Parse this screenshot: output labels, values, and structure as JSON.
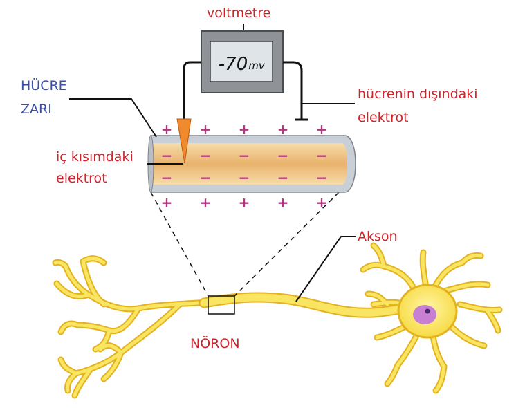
{
  "diagram": {
    "voltmeter_label": "voltmetre",
    "voltmeter_reading": "-70",
    "voltmeter_unit": "mv",
    "membrane_label_line1": "HÜCRE",
    "membrane_label_line2": "ZARI",
    "outside_electrode_line1": "hücrenin dışındaki",
    "outside_electrode_line2": "elektrot",
    "inside_electrode_line1": "iç kısımdaki",
    "inside_electrode_line2": "elektrot",
    "axon_label": "Akson",
    "neuron_label": "NÖRON",
    "outside_charge": "+",
    "inside_charge": "−"
  },
  "colors": {
    "label_red": "#d1232a",
    "label_blue": "#3a4fa8",
    "neuron_yellow": "#f8e45c",
    "neuron_outline": "#e8b923",
    "nucleus": "#c77fd4",
    "axon_interior": "#efc587",
    "membrane_gray": "#c9cfd6",
    "voltmeter_case": "#8f9296",
    "voltmeter_display": "#dfe4e8",
    "electrode_orange": "#f08a2c",
    "charge_magenta": "#b2357f"
  }
}
